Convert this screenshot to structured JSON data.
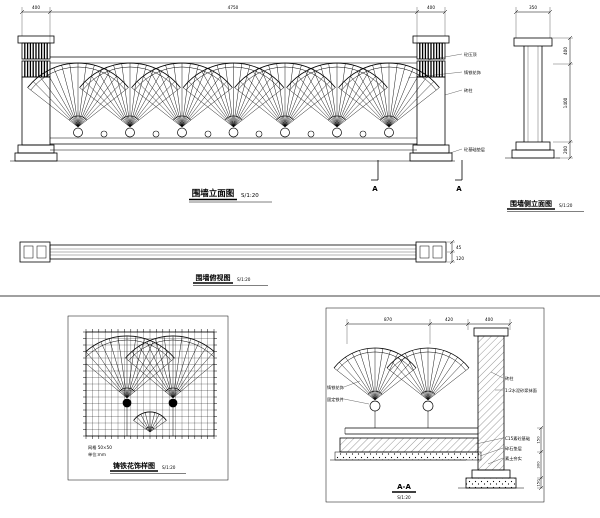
{
  "drawing": {
    "front": {
      "title": "围墙立面图",
      "scale": "S/1:20",
      "dim_left": "400",
      "dim_mid": "4750",
      "dim_right": "400",
      "label_1": "砼压顶",
      "label_2": "铸铁花饰",
      "label_3": "砖柱",
      "label_4": "砼基础垫层",
      "marker": "A"
    },
    "side": {
      "title": "围墙侧立面图",
      "scale": "S/1:20",
      "dim_top": "350",
      "dim_r1": "400",
      "dim_r2": "1400",
      "dim_r3": "200"
    },
    "plan": {
      "title": "围墙俯视图",
      "scale": "S/1:20",
      "dim_r1": "45",
      "dim_r2": "120"
    },
    "detail": {
      "title": "铸铁花饰样图",
      "scale": "S/1:20",
      "note1": "网格 50×50",
      "note2": "单位:mm"
    },
    "section": {
      "title": "A-A",
      "scale": "S/1:20",
      "dim_1": "870",
      "dim_2": "420",
      "dim_3": "400",
      "left_label_1": "铸铁花饰",
      "left_label_2": "固定铁件",
      "right_label_1": "砖柱",
      "right_label_2": "1:2水泥砂浆抹面",
      "right_label_3": "C15素砼基础",
      "right_label_4": "碎石垫层",
      "right_label_5": "素土夯实",
      "dim_r1": "150",
      "dim_r2": "300",
      "dim_r3": "150"
    }
  }
}
